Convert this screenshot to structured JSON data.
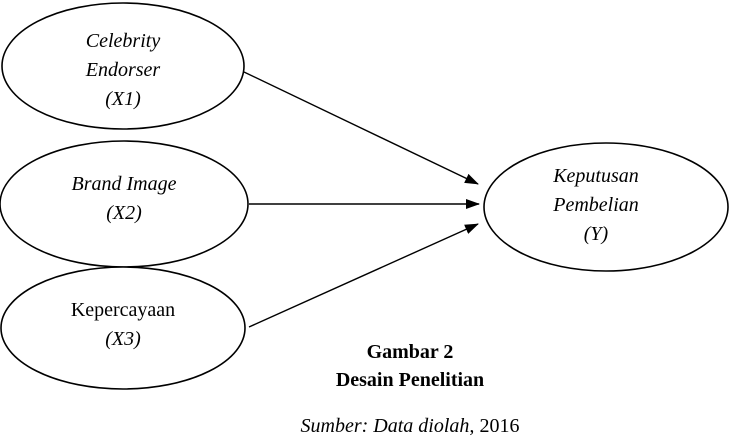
{
  "nodes": {
    "x1": {
      "lines": [
        "Celebrity",
        "Endorser",
        "(X1)"
      ]
    },
    "x2": {
      "lines": [
        "Brand Image",
        "(X2)"
      ]
    },
    "x3": {
      "lines": [
        "Kepercayaan",
        "(X3)"
      ]
    },
    "y": {
      "lines": [
        "Keputusan",
        "Pembelian",
        "(Y)"
      ]
    }
  },
  "caption": {
    "line1": "Gambar 2",
    "line2": "Desain Penelitian"
  },
  "source": {
    "label": "Sumber: Data diolah,",
    "year": "2016"
  }
}
